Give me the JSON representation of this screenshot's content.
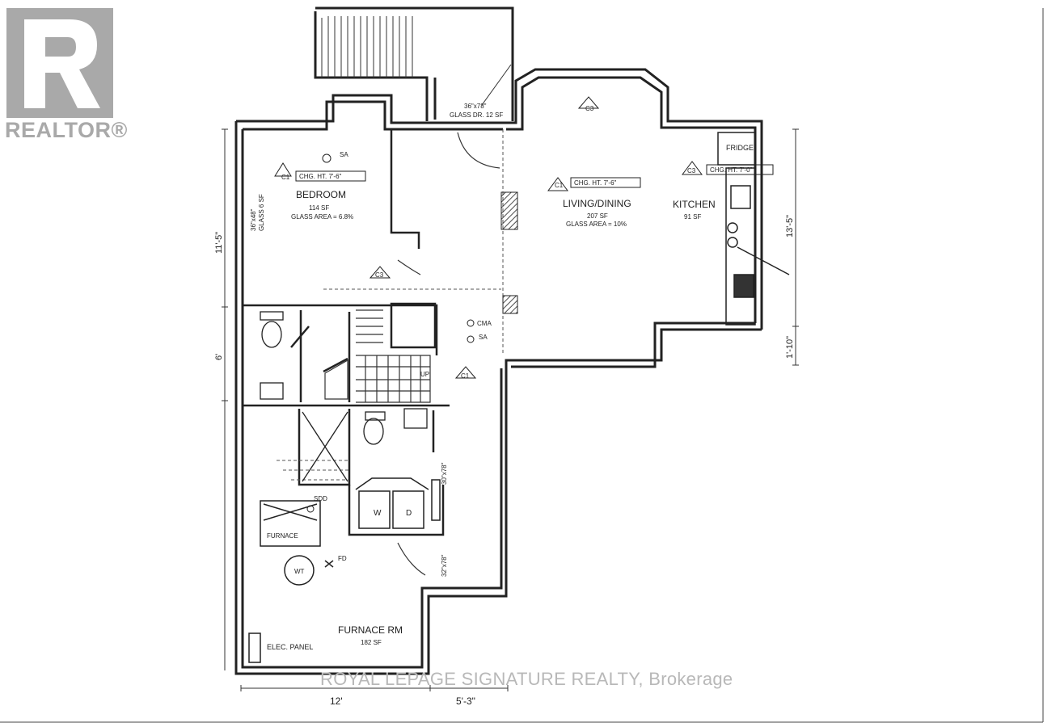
{
  "logo": {
    "brand": "REALTOR®"
  },
  "watermark": "ROYAL LEPAGE SIGNATURE REALTY, Brokerage",
  "rooms": {
    "bedroom": {
      "name": "BEDROOM",
      "area": "114 SF",
      "glass": "GLASS AREA = 6.8%",
      "ceiling": "CHG. HT. 7'-6\"",
      "code": "C1"
    },
    "living": {
      "name": "LIVING/DINING",
      "area": "207 SF",
      "glass": "GLASS AREA = 10%",
      "ceiling": "CHG. HT. 7'-6\"",
      "code": "C1"
    },
    "kitchen": {
      "name": "KITCHEN",
      "area": "91 SF",
      "ceiling": "CHG. HT. 7'-0\"",
      "code": "C3"
    },
    "furnace_room": {
      "name": "FURNACE RM",
      "area": "182 SF"
    }
  },
  "labels": {
    "glass_door": "36\"x78\"",
    "glass_door_sub": "GLASS DR. 12 SF",
    "bedroom_window": "36\"x48\"",
    "bedroom_window_sub": "GLASS 6 SF",
    "fridge": "FRIDGE",
    "sa_top": "SA",
    "cma": "CMA",
    "sa_mid": "SA",
    "up": "UP",
    "door_30": "30\"x78\"",
    "door_32": "32\"x78\"",
    "sdd": "SDD",
    "furnace": "FURNACE",
    "wt": "WT",
    "fd": "FD",
    "washer": "W",
    "dryer": "D",
    "elec_panel": "ELEC. PANEL",
    "c3_top": "C3",
    "c3_hall": "C3",
    "c1_hall": "C1"
  },
  "dimensions": {
    "left_upper": "11'-5\"",
    "left_middle": "6'",
    "right_upper": "13'-5\"",
    "right_lower": "1'-10\"",
    "bottom_left": "12'",
    "bottom_right": "5'-3\""
  }
}
